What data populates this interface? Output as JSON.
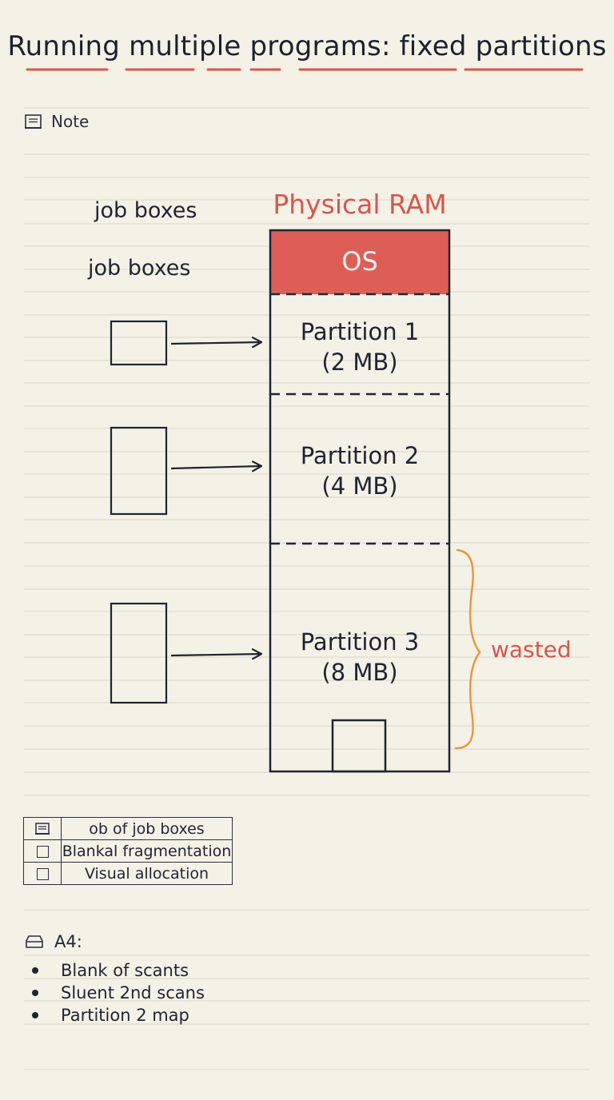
{
  "title": "Running multiple programs: fixed partitions",
  "note": {
    "label": "Note",
    "icon": "notepad-icon"
  },
  "job_labels": [
    "job boxes",
    "job boxes"
  ],
  "ram": {
    "title": "Physical RAM",
    "os_label": "OS",
    "partitions": [
      {
        "name": "Partition 1",
        "size": "(2 MB)"
      },
      {
        "name": "Partition 2",
        "size": "(4 MB)"
      },
      {
        "name": "Partition 3",
        "size": "(8 MB)"
      }
    ],
    "wasted_label": "wasted"
  },
  "legend": {
    "rows": [
      {
        "icon": "notepad-icon",
        "text": "ob of job boxes"
      },
      {
        "icon": "checkbox-icon",
        "text": "Blankal fragmentation"
      },
      {
        "icon": "checkbox-icon",
        "text": "Visual allocation"
      }
    ]
  },
  "a4": {
    "label": "A4:",
    "icon": "tray-icon",
    "bullets": [
      "Blank of scants",
      "Sluent 2nd scans",
      "Partition 2 map"
    ]
  },
  "colors": {
    "background": "#f4f1e6",
    "ink": "#1f2433",
    "accent_red": "#d5574f",
    "os_fill": "#dd5e56",
    "brace_orange": "#e8963a",
    "rule_line": "#d9d6cb"
  }
}
